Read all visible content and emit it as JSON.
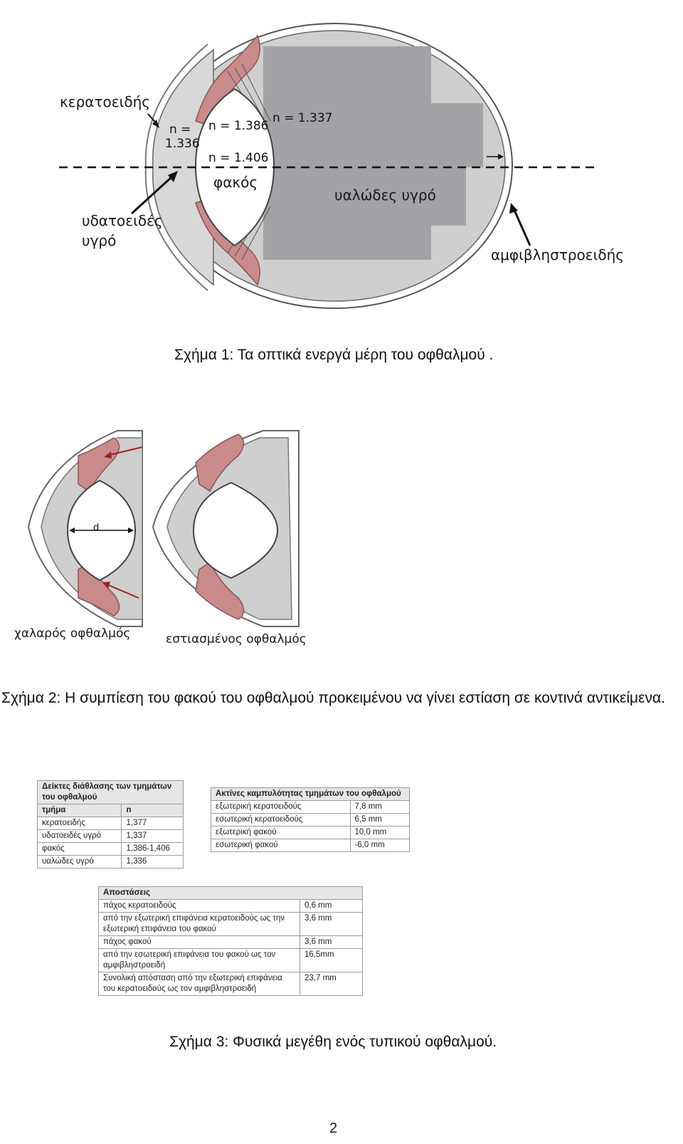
{
  "figure1": {
    "labels": {
      "cornea": "κερατοειδής",
      "n_aqueous_line1": "n =",
      "n_aqueous_line2": "1.336",
      "n_lens_outer": "n = 1.386",
      "n_lens_inner": "n = 1.406",
      "n_vitreous": "n = 1.337",
      "lens": "φακός",
      "vitreous": "υαλώδες υγρό",
      "aqueous_line1": "υδατοειδές",
      "aqueous_line2": "υγρό",
      "retina": "αμφιβληστροειδής"
    },
    "caption": "Σχήμα 1: Τα οπτικά ενεργά μέρη του οφθαλμού ."
  },
  "figure2": {
    "labels": {
      "relaxed": "χαλαρός οφθαλμός",
      "focused": "εστιασμένος οφθαλμός",
      "d": "d"
    },
    "caption": "Σχήμα 2: Η συμπίεση του φακού του οφθαλμού προκειμένου να γίνει εστίαση σε κοντινά αντικείμενα."
  },
  "figure3": {
    "refraction_table": {
      "title": "Δείκτες διάθλασης των τμημάτων του οφθαλμού",
      "headers": [
        "τμήμα",
        "n"
      ],
      "rows": [
        [
          "κερατοειδής",
          "1,377"
        ],
        [
          "υδατοειδές υγρό",
          "1,337"
        ],
        [
          "φακός",
          "1,386-1,406"
        ],
        [
          "υαλώδες υγρό",
          "1,336"
        ]
      ]
    },
    "curvature_table": {
      "title": "Ακτίνες καμπυλότητας τμημάτων του οφθαλμού",
      "rows": [
        [
          "εξωτερική κερατοειδούς",
          "7,8 mm"
        ],
        [
          "εσωτερική κερατοειδούς",
          "6,5 mm"
        ],
        [
          "εξωτερική φακού",
          "10,0 mm"
        ],
        [
          "εσωτερική φακού",
          "-6,0 mm"
        ]
      ]
    },
    "distances_table": {
      "title": "Αποστάσεις",
      "rows": [
        [
          "πάχος κερατοειδούς",
          "0,6 mm"
        ],
        [
          "από την εξωτερική επιφάνεια κερατοειδούς ως την εξωτερική επιφάνεια του φακού",
          "3,6 mm"
        ],
        [
          "πάχος φακού",
          "3,6 mm"
        ],
        [
          "από την εσωτερική επιφάνεια του φακού ως τον αμφιβληστροειδή",
          "16,5mm"
        ],
        [
          "Συνολική απόσταση από την εξωτερική επιφάνεια του κερατοειδούς ως τον αμφιβληστροειδή",
          "23,7 mm"
        ]
      ]
    },
    "caption": "Σχήμα 3: Φυσικά μεγέθη ενός τυπικού οφθαλμού."
  },
  "page_number": "2",
  "colors": {
    "eye_fill": "#cfcfcf",
    "muscle_fill": "#c98a8a",
    "redaction": "#a3a3a7",
    "arrow_red": "#a02020"
  }
}
